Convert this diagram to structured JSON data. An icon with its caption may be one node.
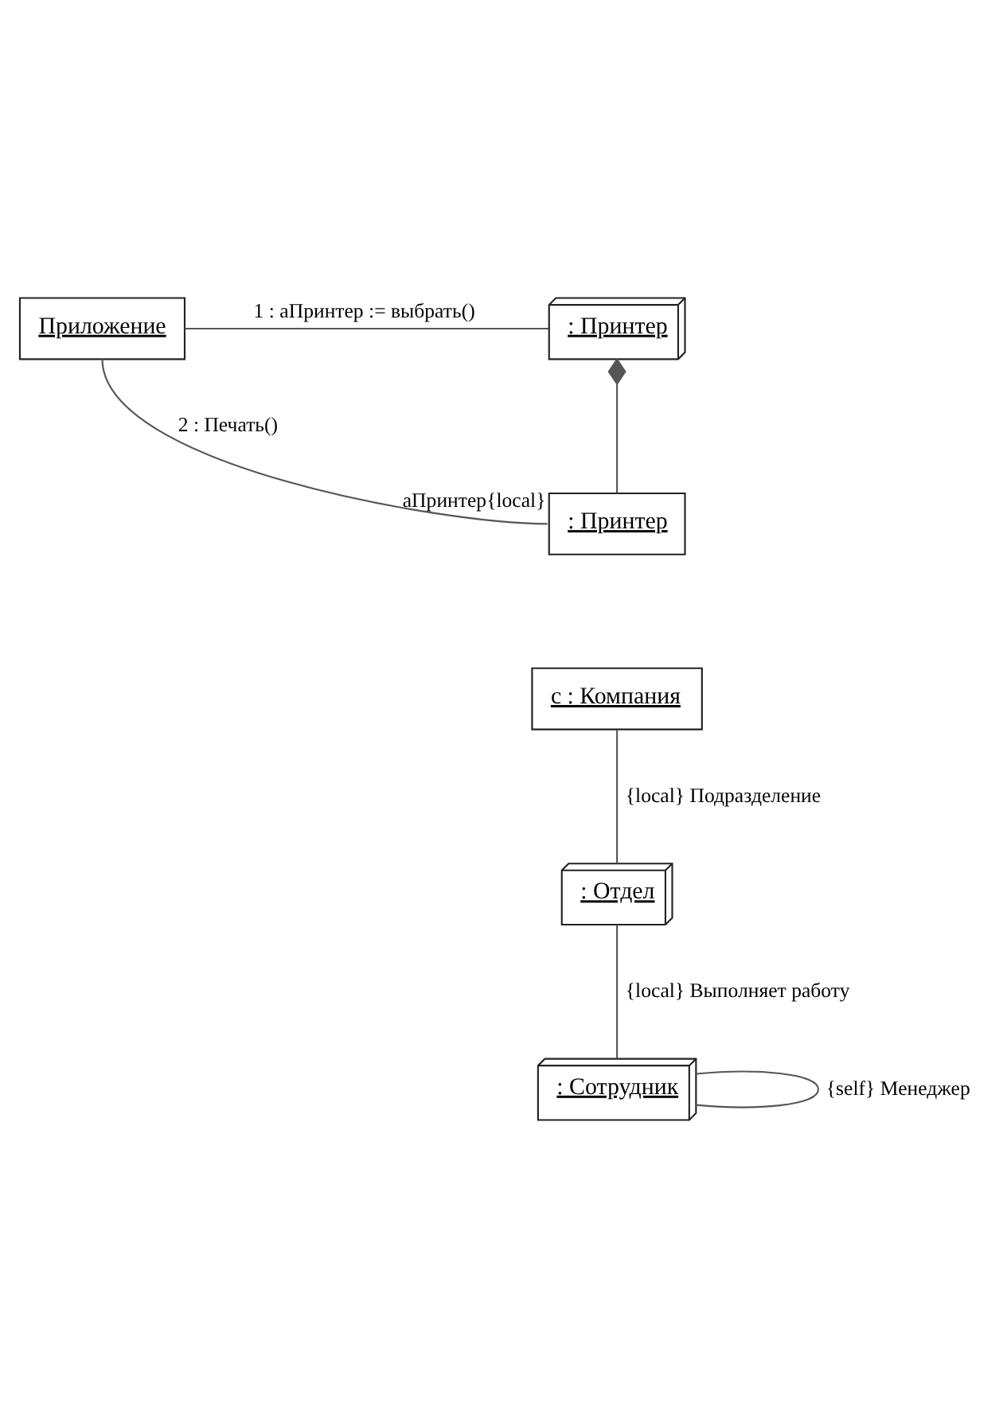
{
  "diagram": {
    "nodes": [
      {
        "text": [
          "Приложение"
        ]
      },
      {
        "text": [
          ": Принтер"
        ]
      },
      {
        "text": [
          ": Принтер"
        ],
        "beside": [
          "aПринтер{local}"
        ]
      },
      {
        "text": [
          "c : Компания"
        ]
      },
      {
        "text": [
          ": Отдел"
        ]
      },
      {
        "text": [
          ": Сотрудник"
        ]
      }
    ],
    "edges": [
      {
        "from": 0,
        "to": 1,
        "arrow": "none",
        "label": "1 : aПринтер := выбрать()"
      },
      {
        "from": 0,
        "to": 2,
        "arrow": "none",
        "label": "2 : Печать()"
      },
      {
        "from": 1,
        "to": 2,
        "arrow": "other"
      },
      {
        "from": 3,
        "to": 4,
        "arrow": "none",
        "label": "{local} Подразделение"
      },
      {
        "from": 4,
        "to": 5,
        "arrow": "none",
        "label": "{local} Выполняет работу"
      },
      {
        "from": 5,
        "to": 5,
        "arrow": "none",
        "label": "{self} Менеджер"
      }
    ]
  }
}
